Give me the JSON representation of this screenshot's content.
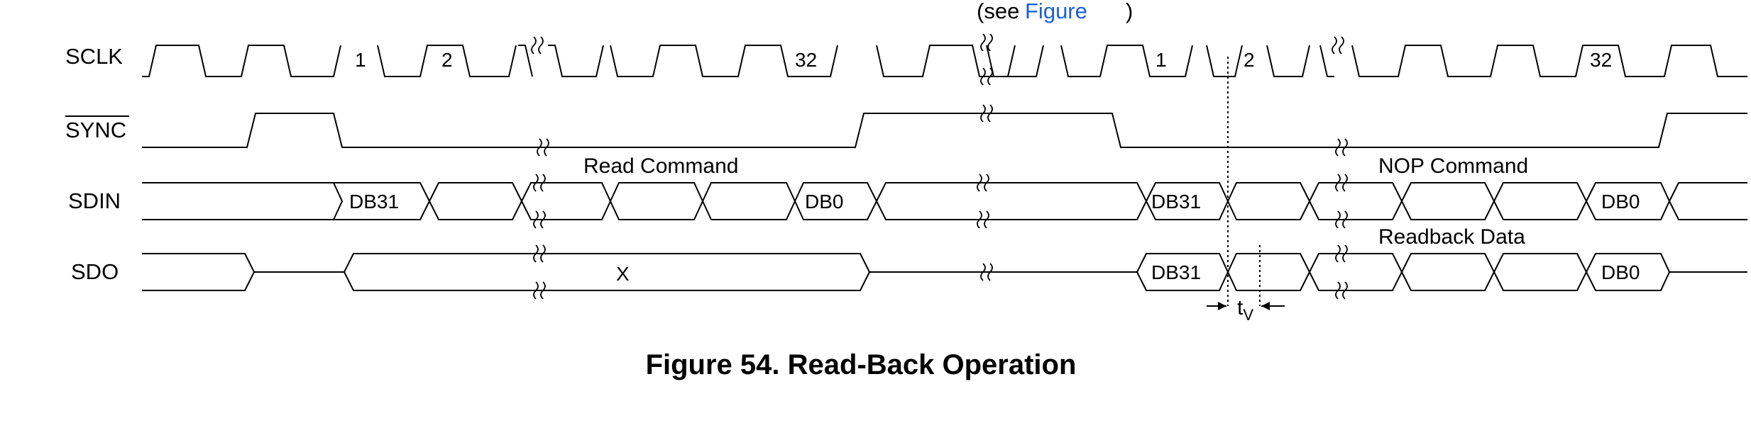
{
  "header": {
    "text_fragment": "(see",
    "link_fragment": "Figure"
  },
  "signals": {
    "sclk": "SCLK",
    "sync": "SYNC",
    "sdin": "SDIN",
    "sdo": "SDO"
  },
  "sclk_labels": {
    "f1_first": "1",
    "f1_second": "2",
    "f1_last": "32",
    "f2_first": "1",
    "f2_second": "2",
    "f2_last": "32"
  },
  "sdin": {
    "f1_cmd": "Read Command",
    "f1_msb": "DB31",
    "f1_lsb": "DB0",
    "f2_cmd": "NOP Command",
    "f2_msb": "DB31",
    "f2_lsb": "DB0"
  },
  "sdo": {
    "f1_value": "X",
    "f2_title": "Readback Data",
    "f2_msb": "DB31",
    "f2_lsb": "DB0"
  },
  "timing": {
    "tv_main": "t",
    "tv_sub": "V"
  },
  "caption": "Figure 54.  Read-Back Operation"
}
